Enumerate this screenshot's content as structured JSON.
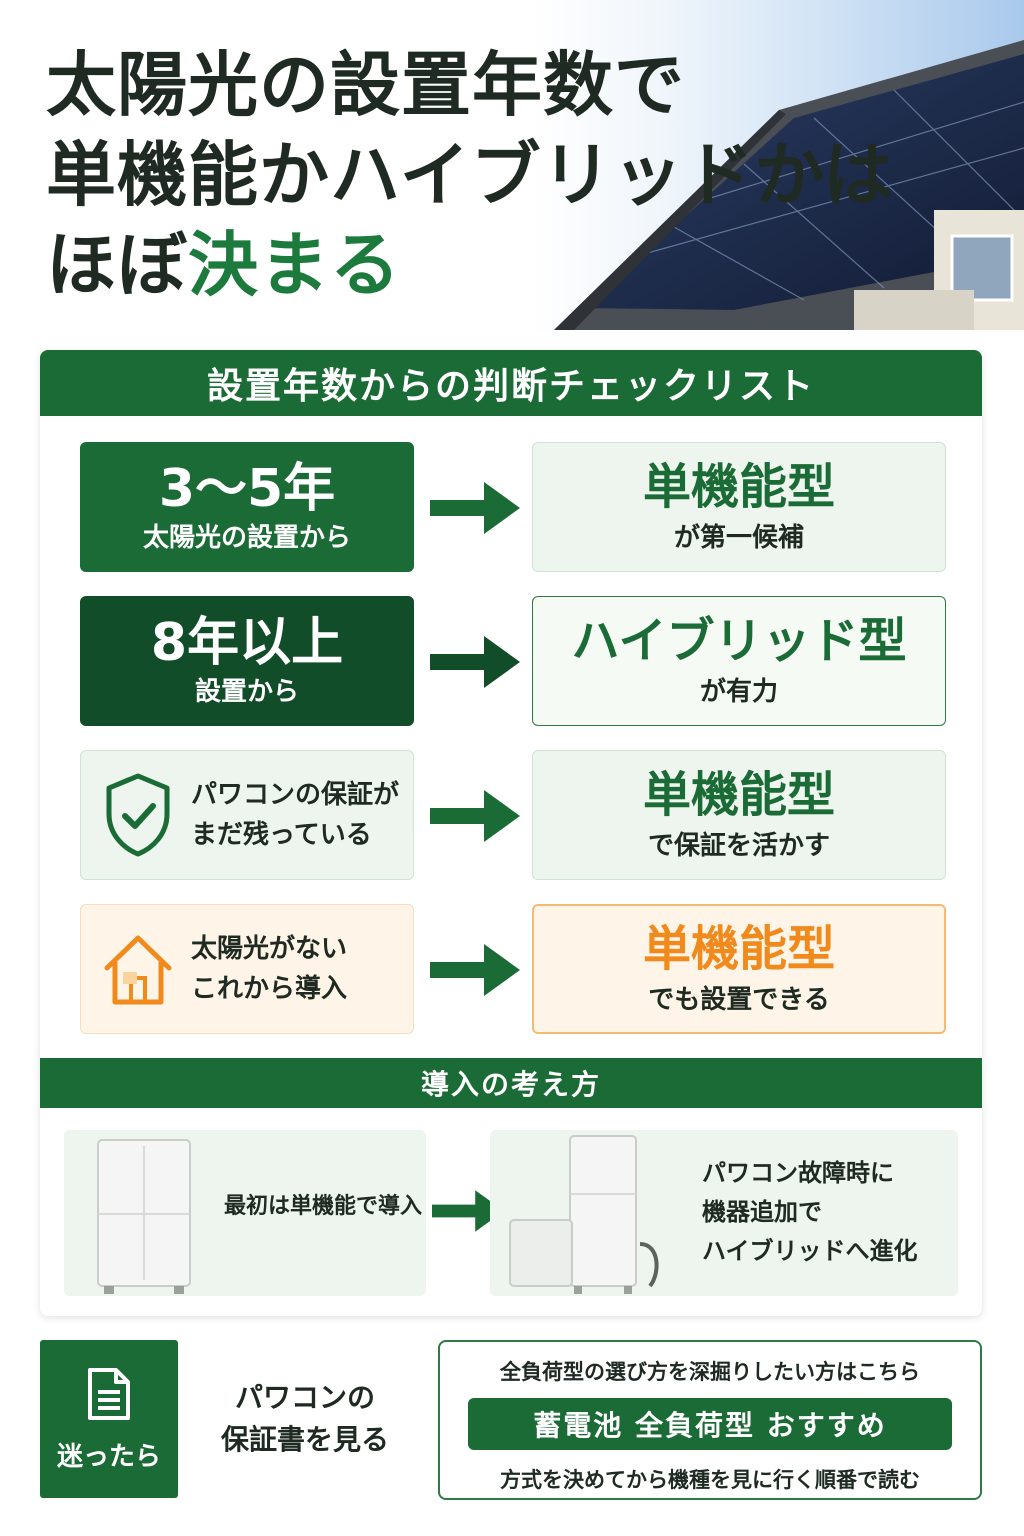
{
  "hero": {
    "line1": "太陽光の設置年数で",
    "line2": "単機能かハイブリッドかは",
    "line3_prefix": "ほぼ",
    "line3_accent": "決まる"
  },
  "checklist": {
    "header": "設置年数からの判断チェックリスト",
    "rows": [
      {
        "left_big": "3〜5年",
        "left_sub": "太陽光の設置から",
        "right_title": "単機能型",
        "right_sub": "が第一候補"
      },
      {
        "left_big": "8年以上",
        "left_sub": "設置から",
        "right_title": "ハイブリッド型",
        "right_sub": "が有力"
      },
      {
        "left_line1": "パワコンの保証が",
        "left_line2": "まだ残っている",
        "icon": "shield-check-icon",
        "right_title": "単機能型",
        "right_sub": "で保証を活かす"
      },
      {
        "left_line1": "太陽光がない",
        "left_line2": "これから導入",
        "icon": "house-icon",
        "right_title": "単機能型",
        "right_sub": "でも設置できる"
      }
    ]
  },
  "approach": {
    "header": "導入の考え方",
    "left_text": "最初は単機能で導入",
    "right_line1": "パワコン故障時に",
    "right_line2": "機器追加で",
    "right_line3": "ハイブリッドへ進化"
  },
  "footer": {
    "left_label": "迷ったら",
    "left_icon": "document-icon",
    "mid_line1": "パワコンの",
    "mid_line2": "保証書を見る",
    "right_top": "全負荷型の選び方を深掘りしたい方はこちら",
    "right_button": "蓄電池 全負荷型 おすすめ",
    "right_bottom": "方式を決めてから機種を見に行く順番で読む"
  },
  "colors": {
    "brand_green": "#1b6b36",
    "dark_green": "#124d29",
    "accent_orange": "#f18a1c"
  }
}
